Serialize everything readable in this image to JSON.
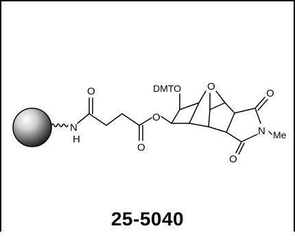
{
  "product": {
    "catalog_number": "25-5040"
  },
  "structure": {
    "labels": {
      "dmto": "DMTO",
      "bridge_oxygen": "O",
      "imide_oxygen_top": "O",
      "imide_nitrogen": "N",
      "methyl": "Me",
      "imide_oxygen_bottom": "O",
      "ester_oxygen": "O",
      "ester_carbonyl_oxygen": "O",
      "amide_carbonyl_oxygen": "O",
      "amide_nitrogen": "N",
      "amide_hydrogen": "H"
    }
  },
  "colors": {
    "line": "#000000",
    "background": "#ffffff",
    "sphere_light": "#ffffff",
    "sphere_dark": "#1a1a1a"
  }
}
